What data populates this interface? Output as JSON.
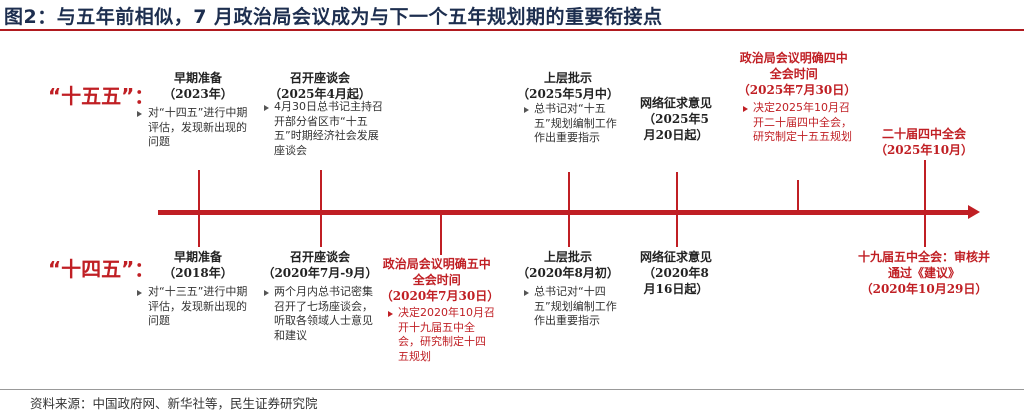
{
  "title": "图2：与五年前相似，7 月政治局会议成为与下一个五年规划期的重要衔接点",
  "source": "资料来源：中国政府网、新华社等，民生证券研究院",
  "rows": {
    "top_label": "“十五五”：",
    "bottom_label": "“十四五”："
  },
  "top_events": [
    {
      "title": "早期准备",
      "date": "（2023年）",
      "note": "对“十四五”进行中期评估，发现新出现的问题",
      "highlight": false
    },
    {
      "title": "召开座谈会",
      "date": "（2025年4月起）",
      "note": "4月30日总书记主持召开部分省区市“十五五”时期经济社会发展座谈会",
      "highlight": false
    },
    {
      "title": "上层批示",
      "date": "（2025年5月中）",
      "note": "总书记对“十五五”规划编制工作作出重要指示",
      "highlight": false
    },
    {
      "title": "网络征求意见",
      "date": "（2025年5月20日起）",
      "note": "",
      "highlight": false
    },
    {
      "title": "政治局会议明确四中全会时间",
      "date": "（2025年7月30日）",
      "note": "决定2025年10月召开二十届四中全会，研究制定十五五规划",
      "highlight": true
    },
    {
      "title": "二十届四中全会",
      "date": "（2025年10月）",
      "note": "",
      "highlight": true
    }
  ],
  "bottom_events": [
    {
      "title": "早期准备",
      "date": "（2018年）",
      "note": "对“十三五”进行中期评估，发现新出现的问题",
      "highlight": false
    },
    {
      "title": "召开座谈会",
      "date": "（2020年7月-9月）",
      "note": "两个月内总书记密集召开了七场座谈会，听取各领域人士意见和建议",
      "highlight": false
    },
    {
      "title": "政治局会议明确五中全会时间",
      "date": "（2020年7月30日）",
      "note": "决定2020年10月召开十九届五中全会，研究制定十四五规划",
      "highlight": true
    },
    {
      "title": "上层批示",
      "date": "（2020年8月初）",
      "note": "总书记对“十四五”规划编制工作作出重要指示",
      "highlight": false
    },
    {
      "title": "网络征求意见",
      "date": "（2020年8月16日起）",
      "note": "",
      "highlight": false
    },
    {
      "title": "十九届五中全会：审核并通过《建议》",
      "date": "（2020年10月29日）",
      "note": "",
      "highlight": true
    }
  ]
}
